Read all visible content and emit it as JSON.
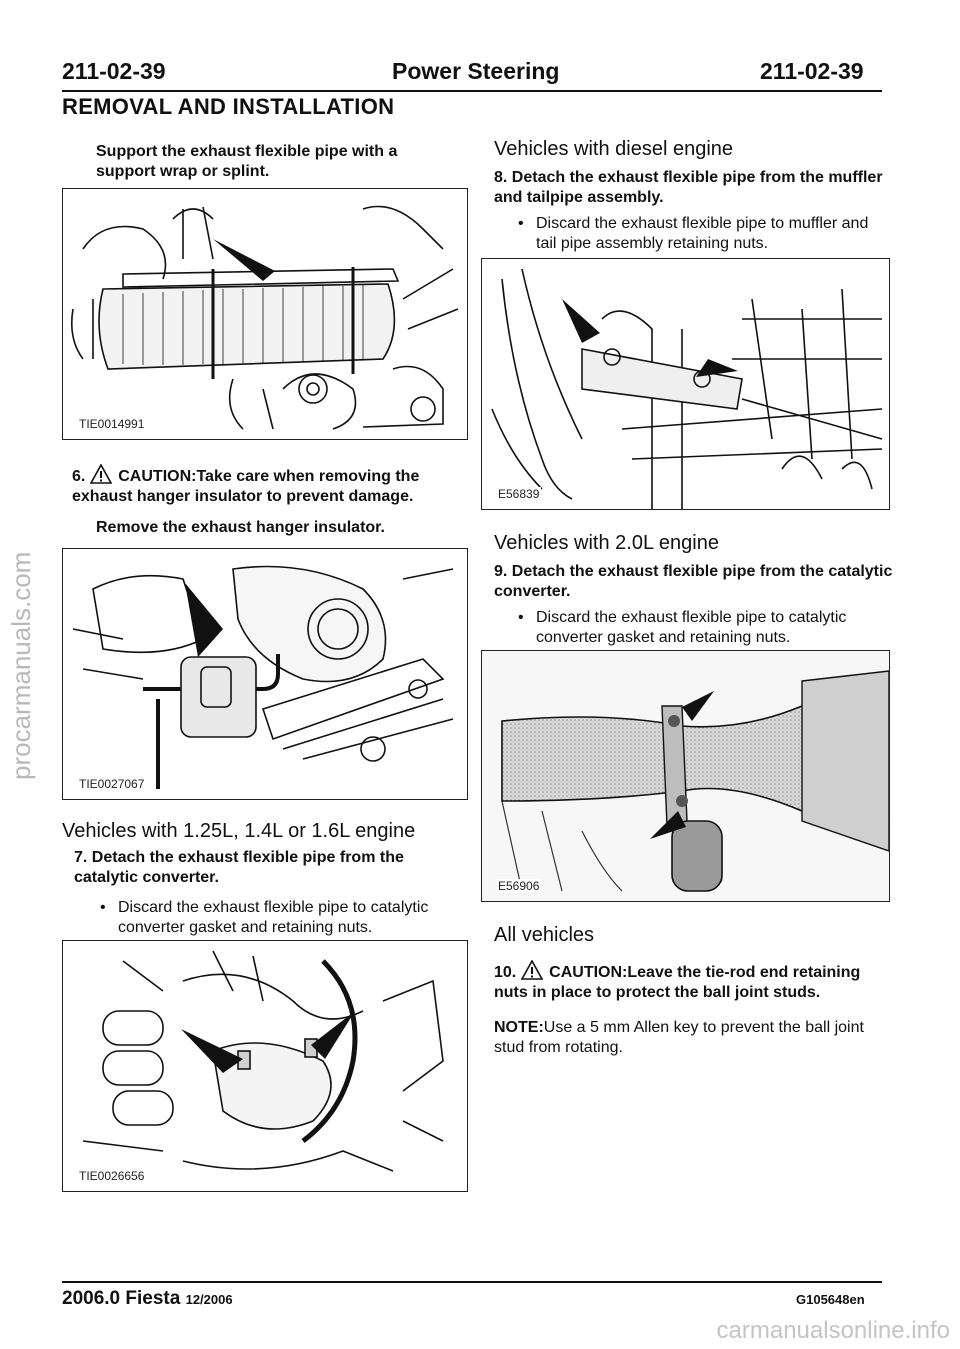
{
  "header": {
    "left_code": "211-02-39",
    "title": "Power Steering",
    "right_code": "211-02-39",
    "section": "REMOVAL AND INSTALLATION"
  },
  "left": {
    "intro": "Support the exhaust flexible pipe with a support wrap or splint.",
    "fig1_id": "TIE0014991",
    "step6_num": "6.",
    "step6_caution": "CAUTION:Take care when removing the exhaust hanger insulator to prevent damage.",
    "step6_action": "Remove the exhaust hanger insulator.",
    "fig2_id": "TIE0027067",
    "engine_heading": "Vehicles with 1.25L, 1.4L or 1.6L engine",
    "step7_num": "7.",
    "step7_text": "Detach the exhaust flexible pipe from the catalytic converter.",
    "step7_bullet": "Discard the exhaust flexible pipe to catalytic converter gasket and retaining nuts.",
    "fig3_id": "TIE0026656"
  },
  "right": {
    "diesel_heading": "Vehicles with diesel engine",
    "step8_num": "8.",
    "step8_text": "Detach the exhaust flexible pipe from the muffler and tailpipe assembly.",
    "step8_bullet": "Discard the exhaust flexible pipe to muffler and tail pipe assembly retaining nuts.",
    "fig4_id": "E56839",
    "engine20_heading": "Vehicles with 2.0L engine",
    "step9_num": "9.",
    "step9_text": "Detach the exhaust flexible pipe from the catalytic converter.",
    "step9_bullet": "Discard the exhaust flexible pipe to catalytic converter gasket and retaining nuts.",
    "fig5_id": "E56906",
    "all_heading": "All vehicles",
    "step10_num": "10.",
    "step10_caution": "CAUTION:Leave the tie-rod end retaining nuts in place to protect the ball joint studs.",
    "note_label": "NOTE:",
    "note_text": "Use a 5 mm Allen key to prevent the ball joint stud from rotating."
  },
  "footer": {
    "model": "2006.0 Fiesta",
    "date": "12/2006",
    "code": "G105648en"
  },
  "watermarks": {
    "side": "procarmanuals.com",
    "bottom": "carmanualsonline.info"
  }
}
